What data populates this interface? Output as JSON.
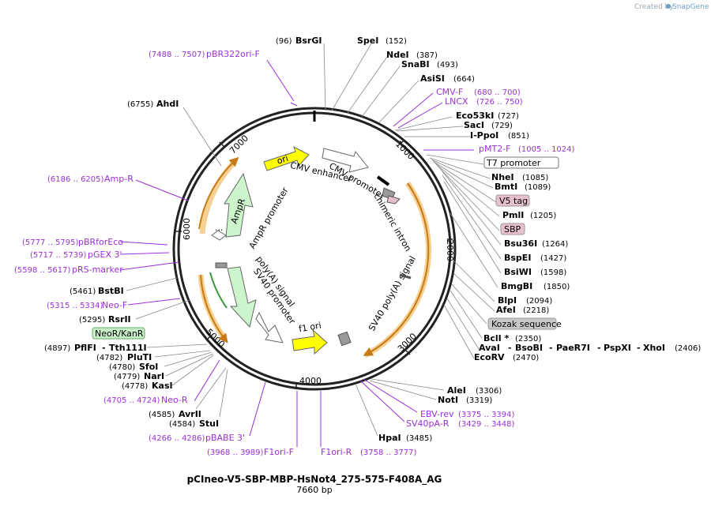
{
  "credit": "Created by",
  "brand": "SnapGene",
  "title": "pCIneo-V5-SBP-MBP-HsNot4_275-575-F408A_AG",
  "length": "7660 bp",
  "ticks": [
    "1000",
    "2000",
    "3000",
    "4000",
    "5000",
    "6000",
    "7000"
  ],
  "enzymes": {
    "BsrGI": {
      "name": "BsrGI",
      "pos": "(96)"
    },
    "SpeI": {
      "name": "SpeI",
      "pos": "(152)"
    },
    "NdeI": {
      "name": "NdeI",
      "pos": "(387)"
    },
    "SnaBI": {
      "name": "SnaBI",
      "pos": "(493)"
    },
    "AsiSI": {
      "name": "AsiSI",
      "pos": "(664)"
    },
    "Eco53kI": {
      "name": "Eco53kI",
      "pos": "(727)"
    },
    "SacI": {
      "name": "SacI",
      "pos": "(729)"
    },
    "IPpoI": {
      "name": "I-PpoI",
      "pos": "(851)"
    },
    "NheI": {
      "name": "NheI",
      "pos": "(1085)"
    },
    "BmtI": {
      "name": "BmtI",
      "pos": "(1089)"
    },
    "PmlI": {
      "name": "PmlI",
      "pos": "(1205)"
    },
    "Bsu36I": {
      "name": "Bsu36I",
      "pos": "(1264)"
    },
    "BspEI": {
      "name": "BspEI",
      "pos": "(1427)"
    },
    "BsiWI": {
      "name": "BsiWI",
      "pos": "(1598)"
    },
    "BmgBI": {
      "name": "BmgBI",
      "pos": "(1850)"
    },
    "BlpI": {
      "name": "BlpI",
      "pos": "(2094)"
    },
    "AfeI": {
      "name": "AfeI",
      "pos": "(2218)"
    },
    "BclI": {
      "name": "BclI *",
      "pos": "(2350)"
    },
    "AvaI": {
      "name": "AvaI",
      "pos": ""
    },
    "BsoBI": {
      "name": "BsoBI",
      "pos": ""
    },
    "PaeR7I": {
      "name": "PaeR7I",
      "pos": ""
    },
    "PspXI": {
      "name": "PspXI",
      "pos": ""
    },
    "XhoI": {
      "name": "XhoI",
      "pos": "(2406)"
    },
    "EcoRV": {
      "name": "EcoRV",
      "pos": "(2470)"
    },
    "AleI": {
      "name": "AleI",
      "pos": "(3306)"
    },
    "NotI": {
      "name": "NotI",
      "pos": "(3319)"
    },
    "HpaI": {
      "name": "HpaI",
      "pos": "(3485)"
    },
    "StuI": {
      "name": "StuI",
      "pos": "(4584)"
    },
    "AvrII": {
      "name": "AvrII",
      "pos": "(4585)"
    },
    "KasI": {
      "name": "KasI",
      "pos": "(4778)"
    },
    "NarI": {
      "name": "NarI",
      "pos": "(4779)"
    },
    "SfoI": {
      "name": "SfoI",
      "pos": "(4780)"
    },
    "PluTI": {
      "name": "PluTI",
      "pos": "(4782)"
    },
    "PflFI": {
      "name": "PflFI",
      "pos": "(4897)"
    },
    "Tth111I": {
      "name": "Tth111I",
      "pos": ""
    },
    "RsrII": {
      "name": "RsrII",
      "pos": "(5295)"
    },
    "BstBI": {
      "name": "BstBI",
      "pos": "(5461)"
    },
    "AhdI": {
      "name": "AhdI",
      "pos": "(6755)"
    }
  },
  "primers": {
    "pBR322oriF": {
      "name": "pBR322ori-F",
      "pos": "(7488 .. 7507)"
    },
    "CMVF": {
      "name": "CMV-F",
      "pos": "(680 .. 700)"
    },
    "LNCX": {
      "name": "LNCX",
      "pos": "(726 .. 750)"
    },
    "pMT2F": {
      "name": "pMT2-F",
      "pos": "(1005 .. 1024)"
    },
    "EBVrev": {
      "name": "EBV-rev",
      "pos": "(3375 .. 3394)"
    },
    "SV40pAR": {
      "name": "SV40pA-R",
      "pos": "(3429 .. 3448)"
    },
    "F1oriR": {
      "name": "F1ori-R",
      "pos": "(3758 .. 3777)"
    },
    "F1oriF": {
      "name": "F1ori-F",
      "pos": "(3968 .. 3989)"
    },
    "pBABE3": {
      "name": "pBABE 3'",
      "pos": "(4266 .. 4286)"
    },
    "NeoR": {
      "name": "Neo-R",
      "pos": "(4705 .. 4724)"
    },
    "NeoF": {
      "name": "Neo-F",
      "pos": "(5315 .. 5334)"
    },
    "pRSmarker": {
      "name": "pRS-marker",
      "pos": "(5598 .. 5617)"
    },
    "pGEX3": {
      "name": "pGEX 3'",
      "pos": "(5717 .. 5739)"
    },
    "pBRforEco": {
      "name": "pBRforEco",
      "pos": "(5777 .. 5795)"
    },
    "AmpR": {
      "name": "Amp-R",
      "pos": "(6186 .. 6205)"
    }
  },
  "boxed": {
    "T7promoter": "T7 promoter",
    "V5tag": "V5 tag",
    "SBP": "SBP",
    "Kozak": "Kozak sequence",
    "NeoRKanR": "NeoR/KanR"
  },
  "features": {
    "ori": "ori",
    "cmvEnhancer": "CMV enhancer",
    "cmvPromoter": "CMV promoter",
    "chimericIntron": "chimeric intron",
    "ampR": "AmpR",
    "ampRPromoter": "AmpR promoter",
    "dots": "...",
    "polyA": "poly(A) signal",
    "sv40Promoter": "SV40 promoter",
    "f1ori": "f1 ori",
    "sv40PolyA": "SV40 poly(A) signal"
  },
  "colors": {
    "backbone": "#1a1a1a",
    "primer": "#9b30d9",
    "ori": "#ffff00",
    "ampR": "#ccf5cc",
    "orf": "#f0a030",
    "pinkTag": "#e8c0cc",
    "grayTag": "#c8c8c8",
    "greenTag": "#c8f0c8"
  }
}
